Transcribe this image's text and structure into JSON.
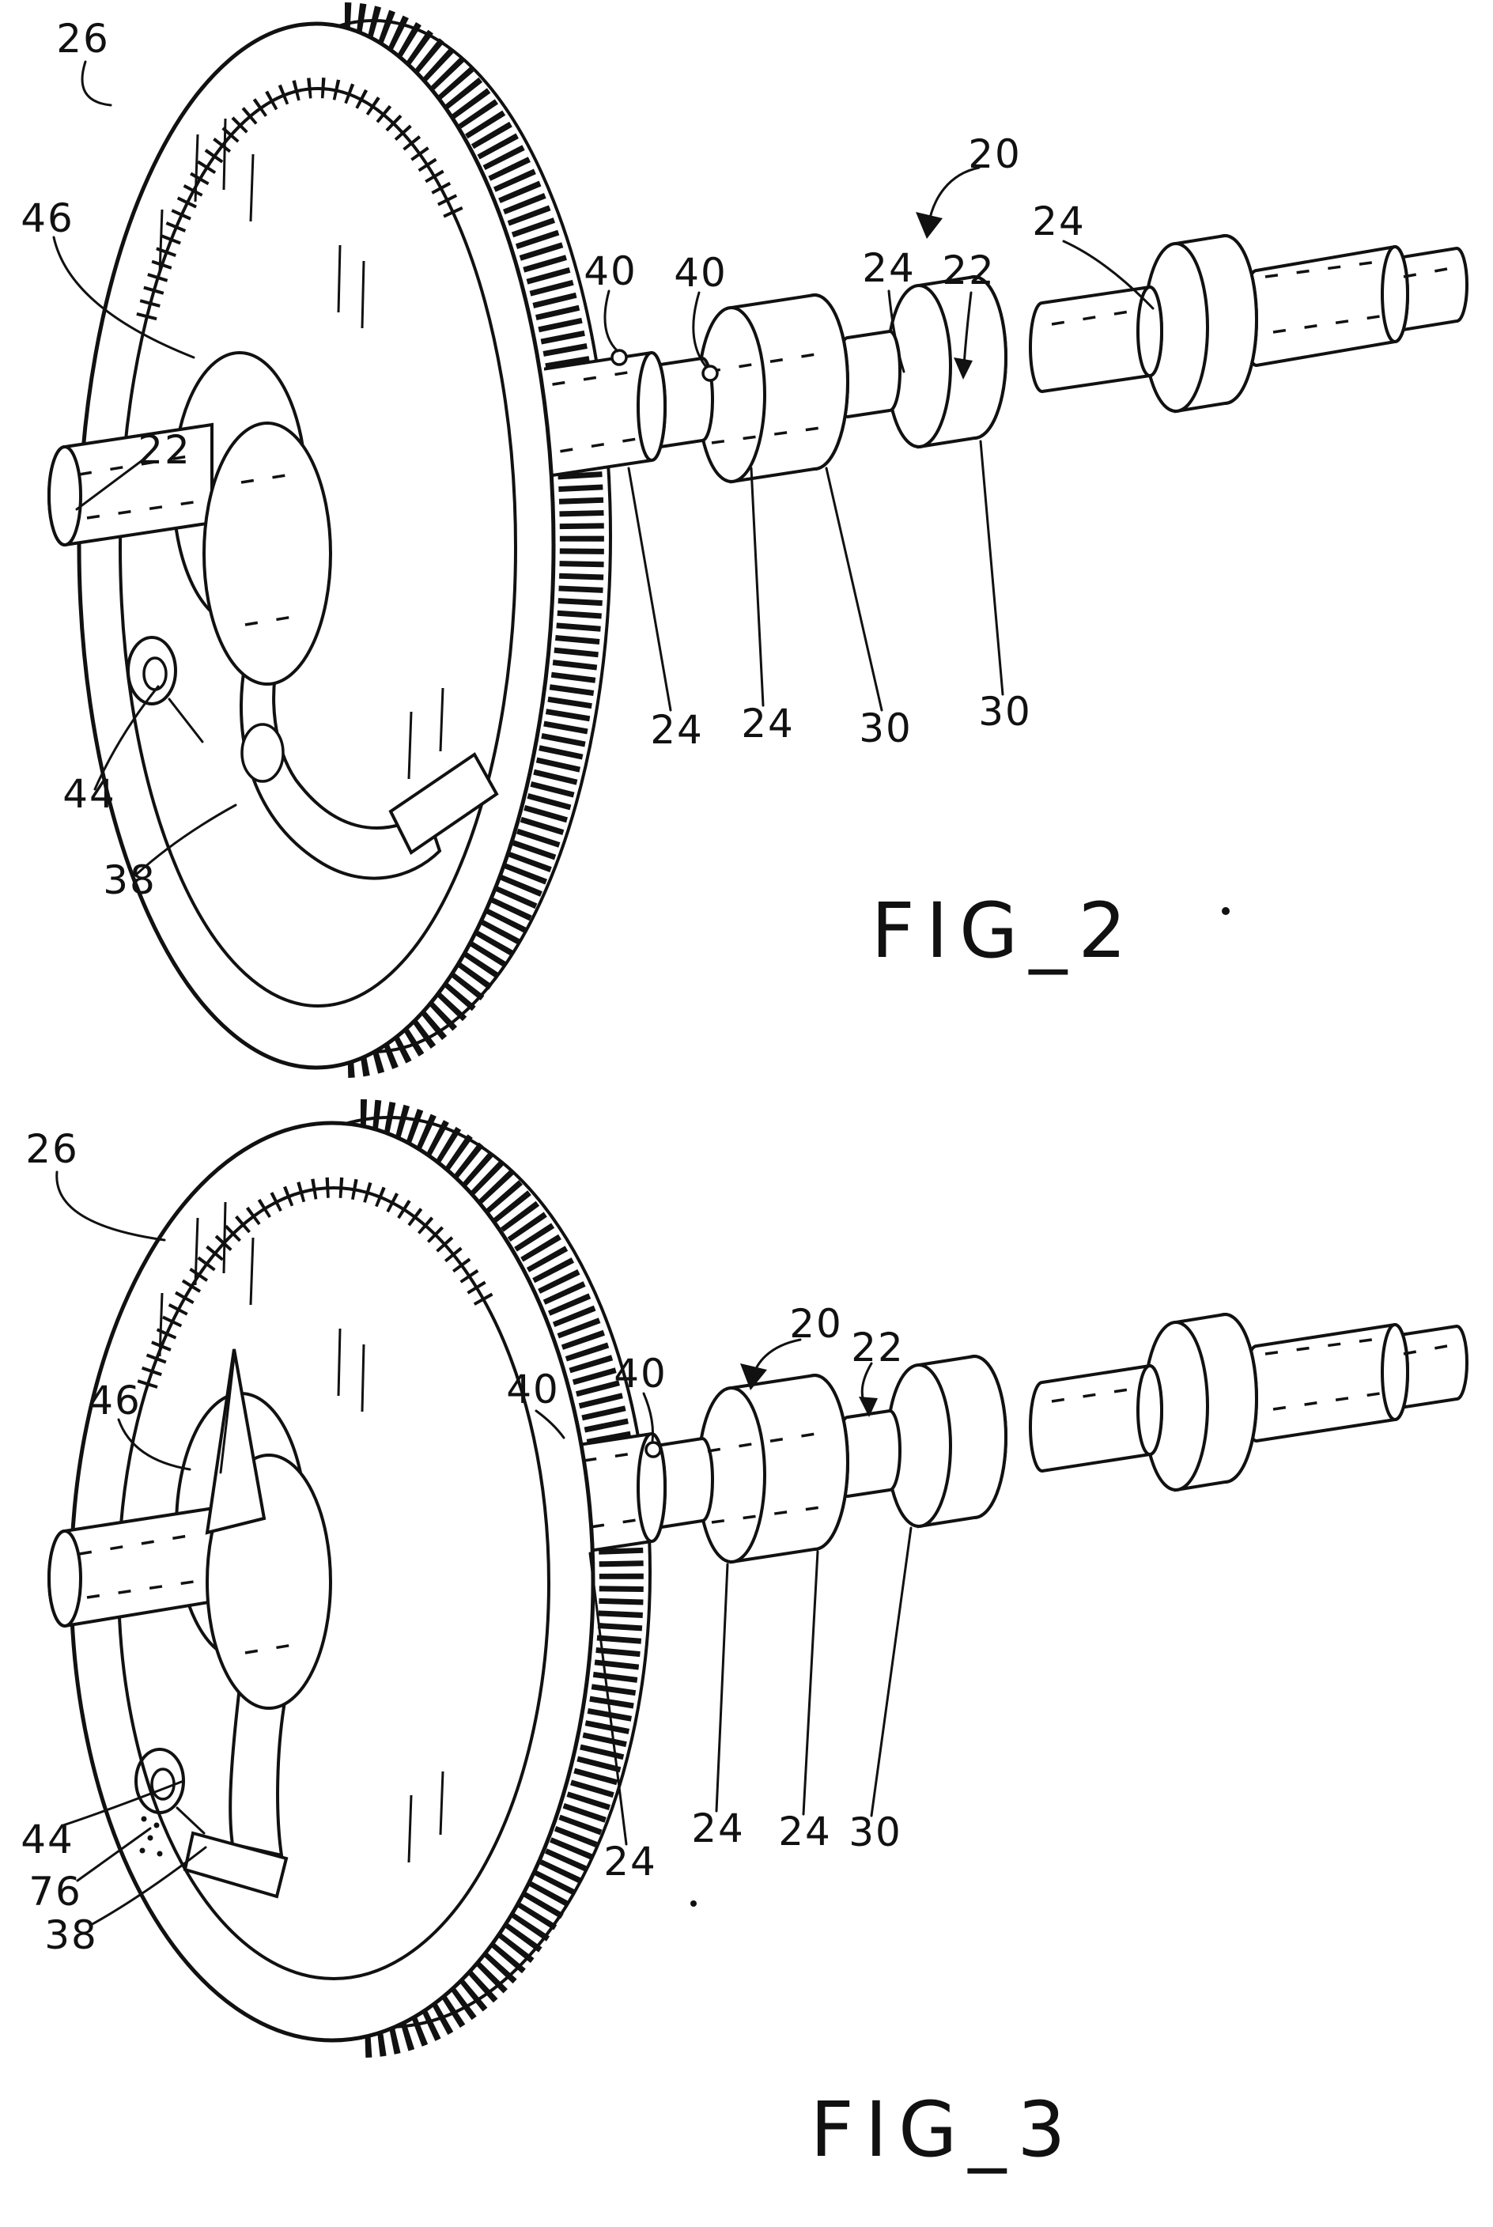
{
  "page": {
    "background": "#ffffff",
    "ink": "#111111"
  },
  "fig2": {
    "title": "FIG_2",
    "labels": {
      "n26": "26",
      "n46": "46",
      "n22_left": "22",
      "n40_a": "40",
      "n40_b": "40",
      "n24_top_left": "24",
      "n22_top": "22",
      "n20": "20",
      "n24_top_right": "24",
      "n44": "44",
      "n38": "38",
      "n24_bottom_left": "24",
      "n24_bottom_mid": "24",
      "n30_bottom_left": "30",
      "n30_bottom_right": "30"
    }
  },
  "fig3": {
    "title": "FIG_3",
    "labels": {
      "n26": "26",
      "n46": "46",
      "n40_a": "40",
      "n40_b": "40",
      "n20": "20",
      "n22": "22",
      "n44": "44",
      "n76": "76",
      "n38": "38",
      "n24_a": "24",
      "n24_b": "24",
      "n24_c": "24",
      "n30": "30"
    }
  }
}
